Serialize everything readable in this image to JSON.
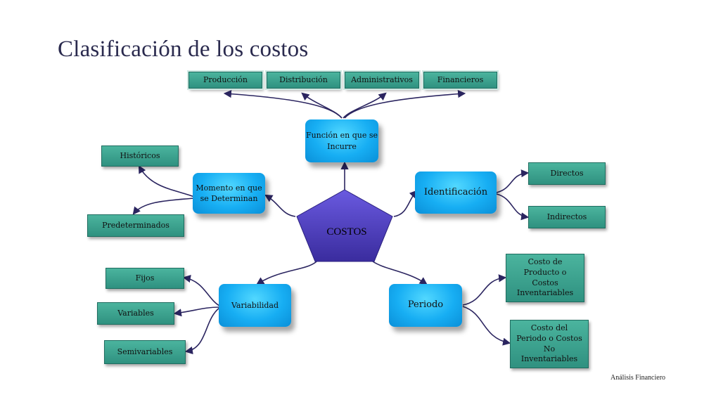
{
  "title": "Clasificación de los costos",
  "footer": "Análisis Financiero",
  "center": {
    "label": "COSTOS",
    "fill": "#4a3ab8"
  },
  "colors": {
    "teal": "#3aa08c",
    "blue": "#18aef2",
    "arrow": "#2b2560"
  },
  "funcion": {
    "label": "Función en que se Incurre",
    "children": [
      "Producción",
      "Distribución",
      "Administrativos",
      "Financieros"
    ]
  },
  "momento": {
    "label": "Momento en que se Determinan",
    "children": [
      "Históricos",
      "Predeterminados"
    ]
  },
  "identificacion": {
    "label": "Identificación",
    "children": [
      "Directos",
      "Indirectos"
    ]
  },
  "variabilidad": {
    "label": "Variabilidad",
    "children": [
      "Fijos",
      "Variables",
      "Semivariables"
    ]
  },
  "periodo": {
    "label": "Periodo",
    "children": [
      "Costo de Producto o Costos Inventariables",
      "Costo del Periodo o Costos No Inventariables"
    ]
  }
}
